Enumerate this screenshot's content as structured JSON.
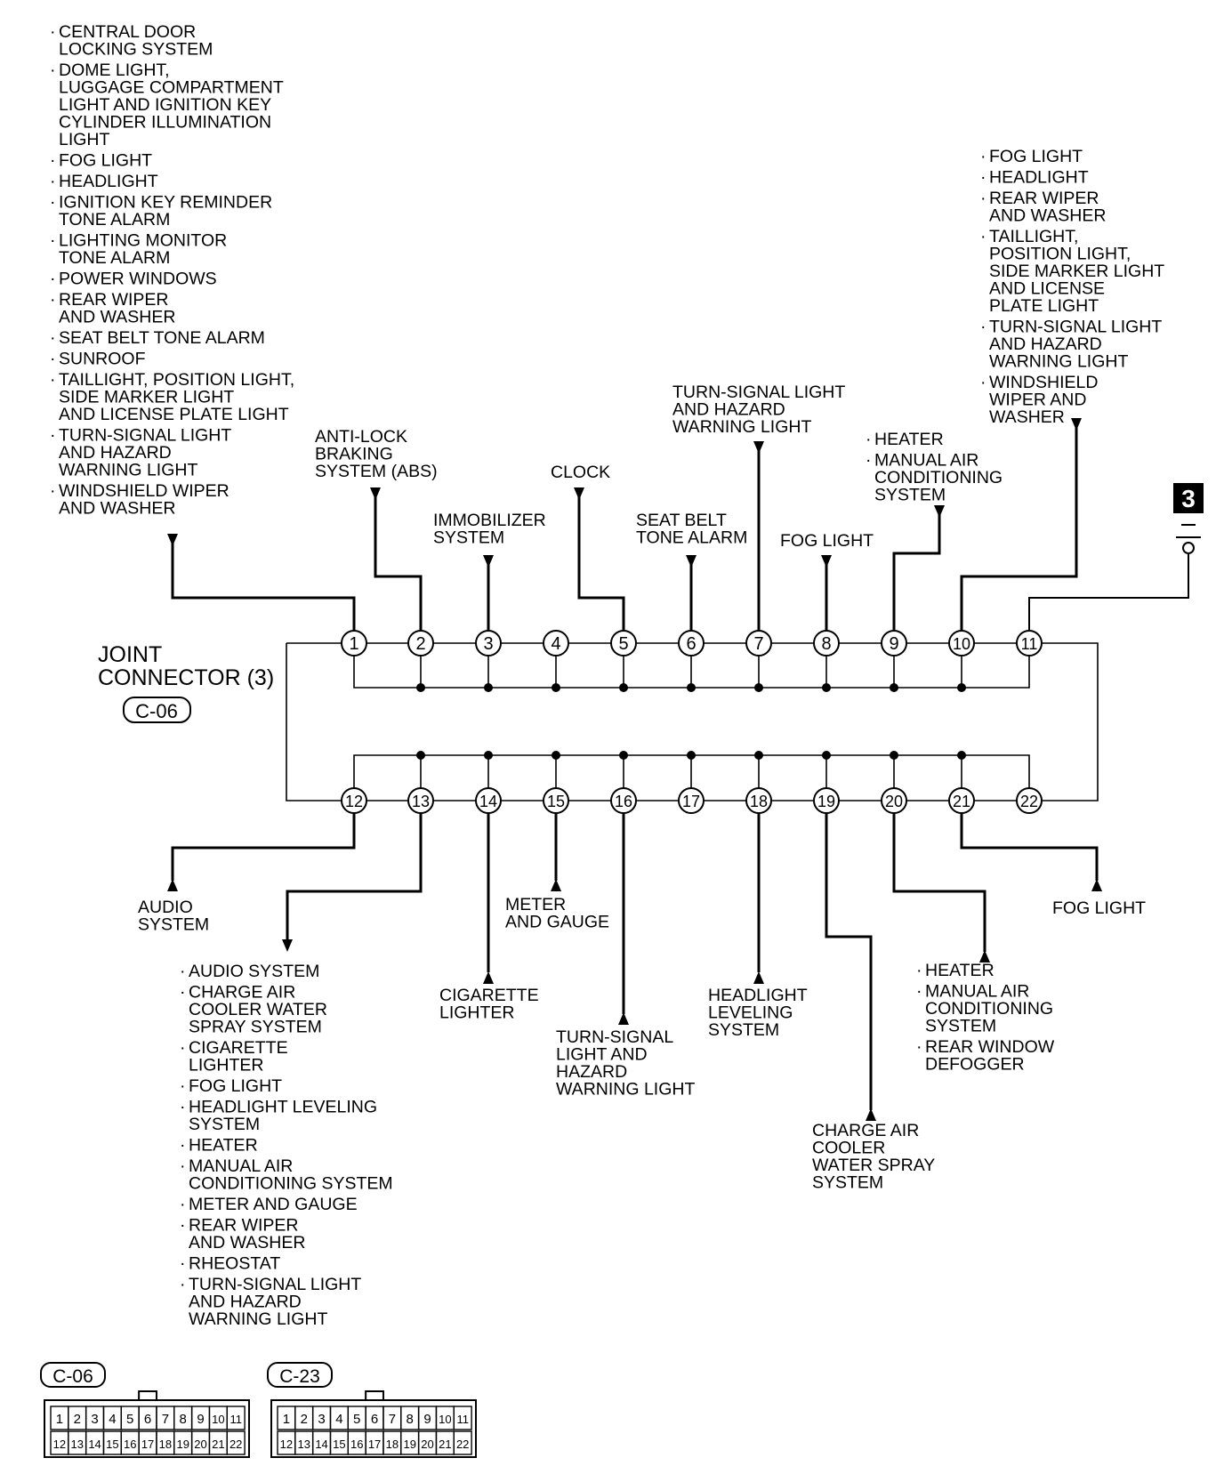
{
  "top_left_list": [
    [
      "CENTRAL DOOR",
      "LOCKING SYSTEM"
    ],
    [
      "DOME LIGHT,",
      "LUGGAGE COMPARTMENT",
      "LIGHT AND IGNITION KEY",
      "CYLINDER ILLUMINATION",
      "LIGHT"
    ],
    [
      "FOG LIGHT"
    ],
    [
      "HEADLIGHT"
    ],
    [
      "IGNITION KEY REMINDER",
      "TONE ALARM"
    ],
    [
      "LIGHTING MONITOR",
      "TONE ALARM"
    ],
    [
      "POWER WINDOWS"
    ],
    [
      "REAR WIPER",
      "AND WASHER"
    ],
    [
      "SEAT BELT TONE ALARM"
    ],
    [
      "SUNROOF"
    ],
    [
      "TAILLIGHT, POSITION LIGHT,",
      "SIDE MARKER LIGHT",
      "AND LICENSE PLATE LIGHT"
    ],
    [
      "TURN-SIGNAL LIGHT",
      "AND HAZARD",
      "WARNING LIGHT"
    ],
    [
      "WINDSHIELD WIPER",
      "AND WASHER"
    ]
  ],
  "top_right_list": [
    [
      "FOG LIGHT"
    ],
    [
      "HEADLIGHT"
    ],
    [
      "REAR WIPER",
      "AND WASHER"
    ],
    [
      "TAILLIGHT,",
      "POSITION LIGHT,",
      "SIDE MARKER LIGHT",
      "AND LICENSE",
      "PLATE LIGHT"
    ],
    [
      "TURN-SIGNAL LIGHT",
      "AND HAZARD",
      "WARNING LIGHT"
    ],
    [
      "WINDSHIELD",
      "WIPER AND",
      "WASHER"
    ]
  ],
  "heater_top_list": [
    [
      "HEATER"
    ],
    [
      "MANUAL AIR",
      "CONDITIONING",
      "SYSTEM"
    ]
  ],
  "bottom_left_list": [
    [
      "AUDIO SYSTEM"
    ],
    [
      "CHARGE AIR",
      "COOLER WATER",
      "SPRAY SYSTEM"
    ],
    [
      "CIGARETTE",
      "LIGHTER"
    ],
    [
      "FOG LIGHT"
    ],
    [
      "HEADLIGHT LEVELING",
      "SYSTEM"
    ],
    [
      "HEATER"
    ],
    [
      "MANUAL AIR",
      "CONDITIONING SYSTEM"
    ],
    [
      "METER AND GAUGE"
    ],
    [
      "REAR WIPER",
      "AND WASHER"
    ],
    [
      "RHEOSTAT"
    ],
    [
      "TURN-SIGNAL LIGHT",
      "AND HAZARD",
      "WARNING LIGHT"
    ]
  ],
  "heater_bottom_list": [
    [
      "HEATER"
    ],
    [
      "MANUAL AIR",
      "CONDITIONING",
      "SYSTEM"
    ],
    [
      "REAR WINDOW",
      "DEFOGGER"
    ]
  ],
  "labels": {
    "abs": [
      "ANTI-LOCK",
      "BRAKING",
      "SYSTEM (ABS)"
    ],
    "immobilizer": [
      "IMMOBILIZER",
      "SYSTEM"
    ],
    "clock": [
      "CLOCK"
    ],
    "seat_belt": [
      "SEAT BELT",
      "TONE ALARM"
    ],
    "turn_signal_top": [
      "TURN-SIGNAL LIGHT",
      "AND HAZARD",
      "WARNING LIGHT"
    ],
    "fog_light_top": [
      "FOG LIGHT"
    ],
    "audio_system": [
      "AUDIO",
      "SYSTEM"
    ],
    "meter_gauge": [
      "METER",
      "AND GAUGE"
    ],
    "cigarette": [
      "CIGARETTE",
      "LIGHTER"
    ],
    "turn_signal_bottom": [
      "TURN-SIGNAL",
      "LIGHT AND",
      "HAZARD",
      "WARNING LIGHT"
    ],
    "headlight_leveling": [
      "HEADLIGHT",
      "LEVELING",
      "SYSTEM"
    ],
    "charge_air": [
      "CHARGE AIR",
      "COOLER",
      "WATER SPRAY",
      "SYSTEM"
    ],
    "fog_light_bottom": [
      "FOG LIGHT"
    ]
  },
  "joint_connector": {
    "title_line1": "JOINT",
    "title_line2": "CONNECTOR (3)",
    "code": "C-06"
  },
  "ground_badge": "3",
  "pins_top": [
    "1",
    "2",
    "3",
    "4",
    "5",
    "6",
    "7",
    "8",
    "9",
    "10",
    "11"
  ],
  "pins_bottom": [
    "12",
    "13",
    "14",
    "15",
    "16",
    "17",
    "18",
    "19",
    "20",
    "21",
    "22"
  ],
  "connector_faces": [
    {
      "code": "C-06",
      "row1": [
        "1",
        "2",
        "3",
        "4",
        "5",
        "6",
        "7",
        "8",
        "9",
        "10",
        "11"
      ],
      "row2": [
        "12",
        "13",
        "14",
        "15",
        "16",
        "17",
        "18",
        "19",
        "20",
        "21",
        "22"
      ]
    },
    {
      "code": "C-23",
      "row1": [
        "1",
        "2",
        "3",
        "4",
        "5",
        "6",
        "7",
        "8",
        "9",
        "10",
        "11"
      ],
      "row2": [
        "12",
        "13",
        "14",
        "15",
        "16",
        "17",
        "18",
        "19",
        "20",
        "21",
        "22"
      ]
    }
  ]
}
